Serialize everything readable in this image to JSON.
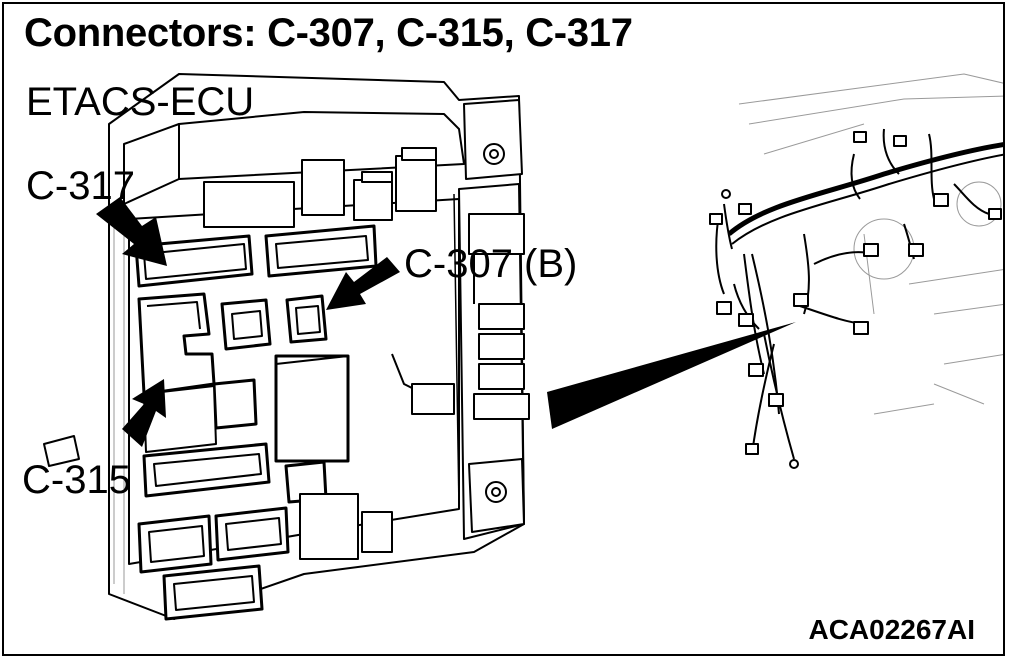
{
  "title": "Connectors: C-307, C-315, C-317",
  "labels": {
    "ecu": "ETACS-ECU",
    "c317": "C-317",
    "c307": "C-307 (B)",
    "c315": "C-315"
  },
  "figure_code": "ACA02267AI",
  "colors": {
    "line": "#000000",
    "background": "#ffffff",
    "light_line": "#9a9a9a"
  }
}
